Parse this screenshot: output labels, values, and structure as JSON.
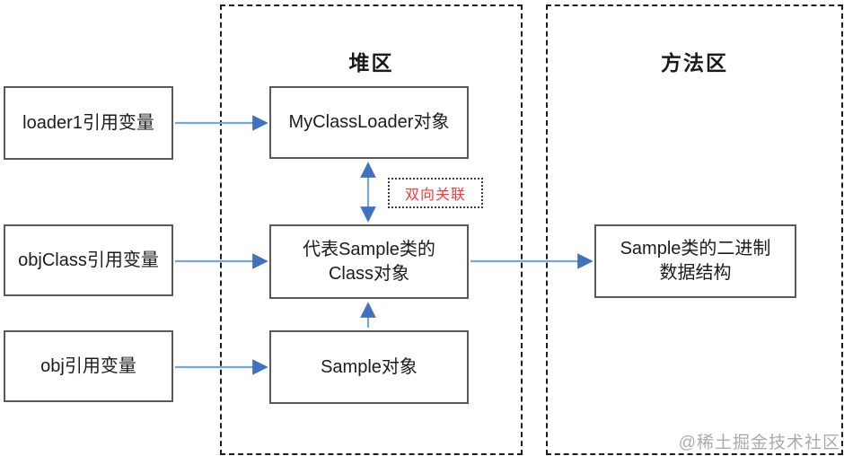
{
  "regions": {
    "heap": {
      "title": "堆区"
    },
    "method": {
      "title": "方法区"
    }
  },
  "boxes": {
    "loader1": {
      "label": "loader1引用变量"
    },
    "objclass": {
      "label": "objClass引用变量"
    },
    "obj": {
      "label": "obj引用变量"
    },
    "myclassloader": {
      "label": "MyClassLoader对象"
    },
    "classobj": {
      "line1": "代表Sample类的",
      "line2": "Class对象"
    },
    "sample": {
      "label": "Sample对象"
    },
    "binary": {
      "line1": "Sample类的二进制",
      "line2": "数据结构"
    }
  },
  "relation_label": "双向关联",
  "watermark": "@稀土掘金技术社区",
  "edges": [
    {
      "from": "loader1引用变量",
      "to": "MyClassLoader对象",
      "type": "arrow"
    },
    {
      "from": "objClass引用变量",
      "to": "代表Sample类的Class对象",
      "type": "arrow"
    },
    {
      "from": "obj引用变量",
      "to": "Sample对象",
      "type": "arrow"
    },
    {
      "from": "代表Sample类的Class对象",
      "to": "Sample类的二进制数据结构",
      "type": "arrow"
    },
    {
      "from": "MyClassLoader对象",
      "to": "代表Sample类的Class对象",
      "type": "double-arrow",
      "label": "双向关联"
    },
    {
      "from": "Sample对象",
      "to": "代表Sample类的Class对象",
      "type": "arrow"
    }
  ],
  "colors": {
    "arrow_shaft": "#76a7dc",
    "arrow_head": "#4072be",
    "relation_text": "#f53b3b",
    "box_border": "#595959",
    "region_border": "#1f1f1f",
    "watermark_gray": "#ababab"
  }
}
